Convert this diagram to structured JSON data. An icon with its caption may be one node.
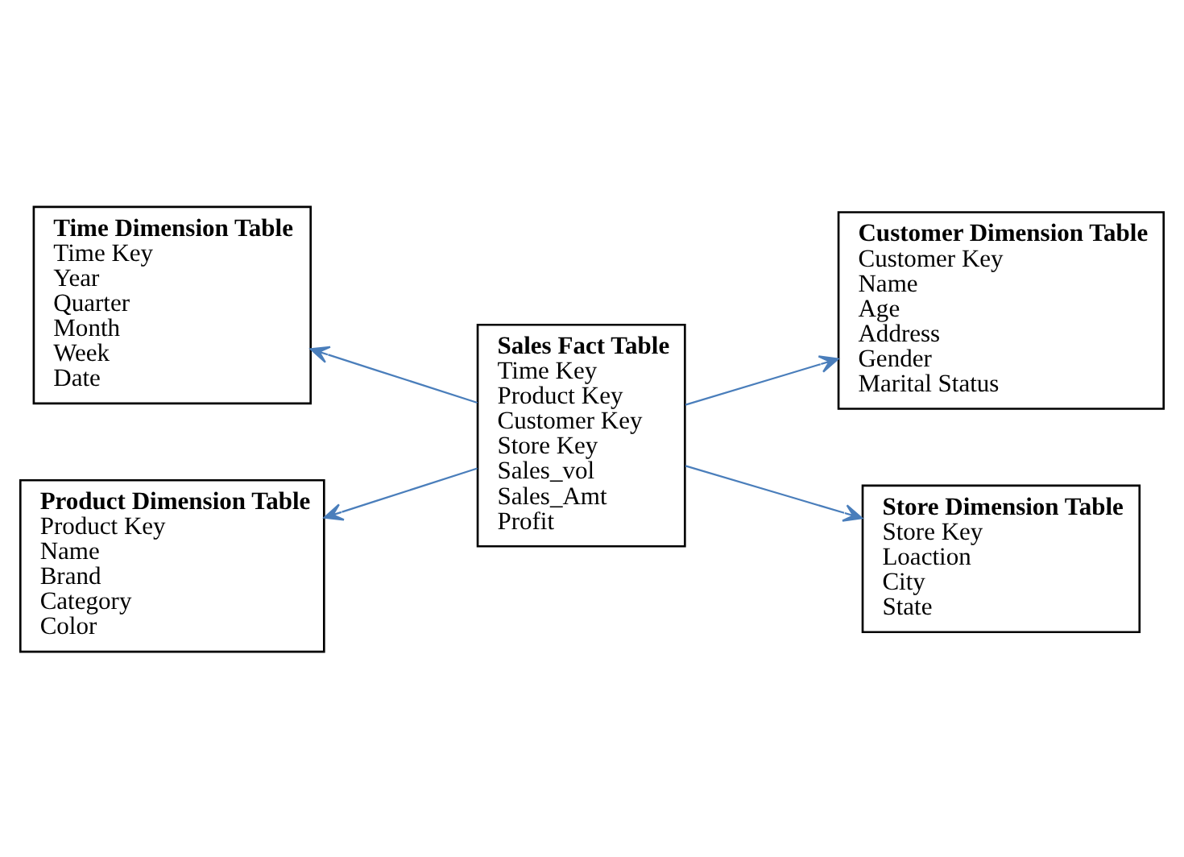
{
  "diagram": {
    "nodes": [
      {
        "text": [
          "Time Dimension Table",
          "Time Key",
          "Year",
          "Quarter",
          "Month",
          "Week",
          "Date"
        ]
      },
      {
        "text": [
          "Customer Dimension Table",
          "Customer Key",
          "Name",
          "Age",
          "Address",
          "Gender",
          "Marital Status"
        ]
      },
      {
        "text": [
          "Sales Fact Table",
          "Time Key",
          "Product Key",
          "Customer Key",
          "Store Key",
          "Sales_vol",
          "Sales_Amt",
          "Profit"
        ]
      },
      {
        "text": [
          "Product Dimension Table",
          "Product Key",
          "Name",
          "Brand",
          "Category",
          "Color"
        ]
      },
      {
        "text": [
          "Store Dimension Table",
          "Store Key",
          "Loaction",
          "City",
          "State"
        ]
      }
    ],
    "edges": [
      {
        "from": 2,
        "to": 0,
        "arrow": "to"
      },
      {
        "from": 2,
        "to": 1,
        "arrow": "to"
      },
      {
        "from": 2,
        "to": 3,
        "arrow": "to"
      },
      {
        "from": 2,
        "to": 4,
        "arrow": "to"
      }
    ]
  }
}
